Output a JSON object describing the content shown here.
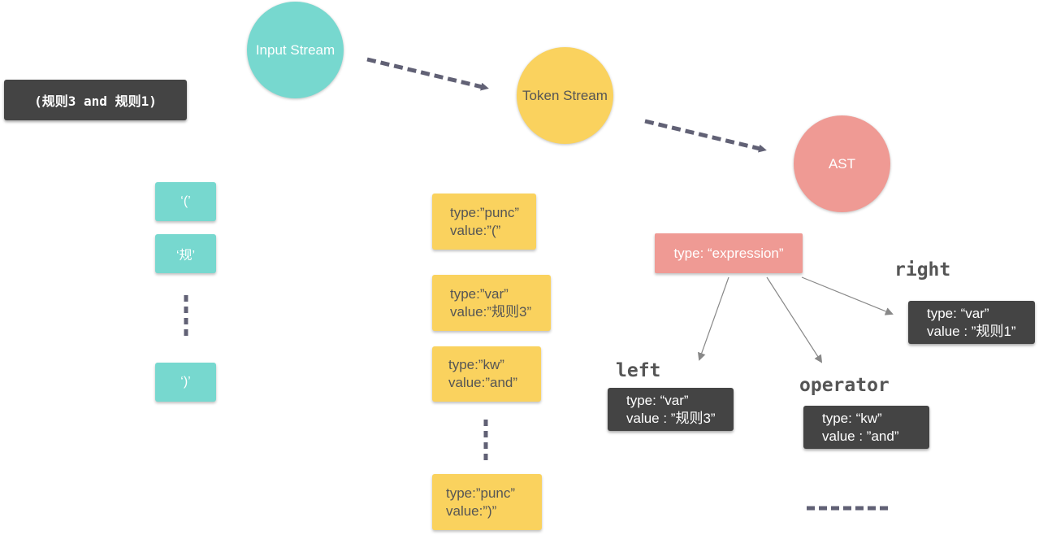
{
  "input_expression": "(规则3 and 规则1)",
  "stages": {
    "input_stream": "Input Stream",
    "token_stream": "Token Stream",
    "ast": "AST"
  },
  "chars": {
    "open_paren": "‘(’",
    "gui": "‘规’",
    "close_paren": "‘)’"
  },
  "tokens": [
    {
      "type": "type:”punc”",
      "value": "value:”(”"
    },
    {
      "type": "type:”var”",
      "value": "value:”规则3”"
    },
    {
      "type": "type:”kw”",
      "value": "value:”and”"
    },
    {
      "type": "type:”punc”",
      "value": "value:”)”"
    }
  ],
  "ast": {
    "root": "type: “expression”",
    "left_label": "left",
    "left": {
      "type": "type: “var”",
      "value": "value : ”规则3”"
    },
    "operator_label": "operator",
    "operator": {
      "type": "type: “kw”",
      "value": "value : ”and”"
    },
    "right_label": "right",
    "right": {
      "type": "type: “var”",
      "value": "value : ”规则1”"
    }
  },
  "colors": {
    "teal": "#77d8cf",
    "yellow": "#fad25e",
    "salmon": "#ef9a94",
    "dark": "#444444",
    "arrow": "#616175"
  }
}
